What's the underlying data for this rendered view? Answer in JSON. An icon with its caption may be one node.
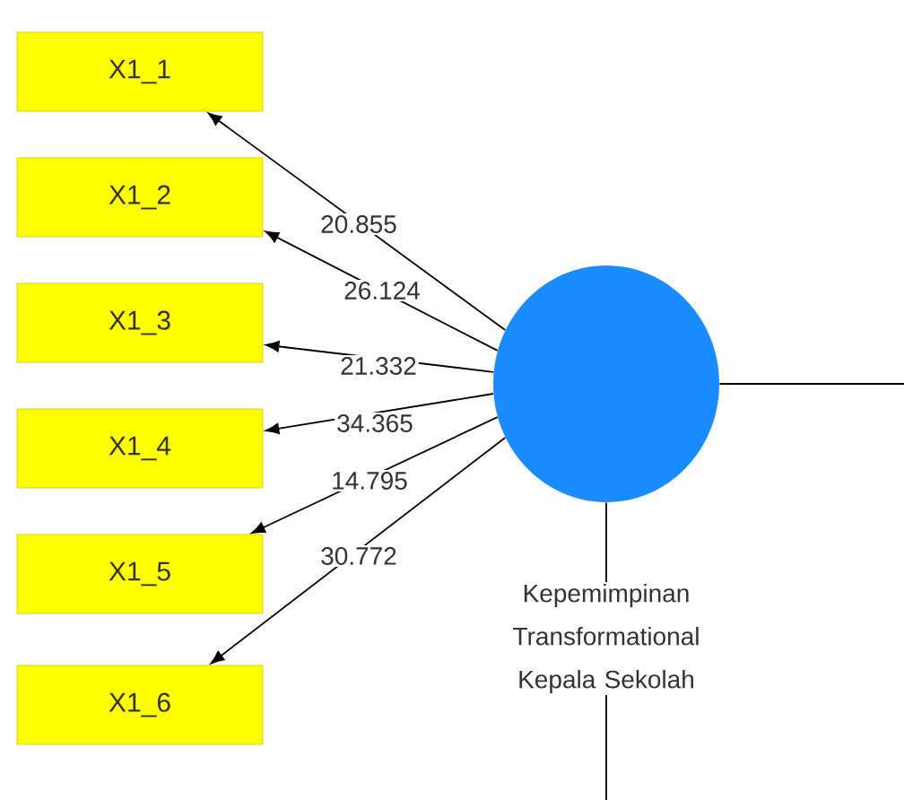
{
  "diagram": {
    "nodes": [
      {
        "text": [
          "X1_1"
        ]
      },
      {
        "text": [
          "X1_2"
        ]
      },
      {
        "text": [
          "X1_3"
        ]
      },
      {
        "text": [
          "X1_4"
        ]
      },
      {
        "text": [
          "X1_5"
        ]
      },
      {
        "text": [
          "X1_6"
        ]
      },
      {
        "text": [],
        "shape": "circle",
        "beside": [
          "Kepemimpinan Transformational Kepala Sekolah"
        ]
      }
    ],
    "edges": [
      {
        "from": 6,
        "to": 0,
        "arrow": "to",
        "label": "20.855"
      },
      {
        "from": 6,
        "to": 1,
        "arrow": "to",
        "label": "26.124"
      },
      {
        "from": 6,
        "to": 2,
        "arrow": "to",
        "label": "21.332"
      },
      {
        "from": 6,
        "to": 3,
        "arrow": "to",
        "label": "34.365"
      },
      {
        "from": 6,
        "to": 4,
        "arrow": "to",
        "label": "14.795"
      },
      {
        "from": 6,
        "to": 5,
        "arrow": "to",
        "label": "30.772"
      },
      {
        "from": 6,
        "to": null,
        "arrow": "none"
      },
      {
        "from": 6,
        "to": null,
        "arrow": "none"
      }
    ]
  }
}
